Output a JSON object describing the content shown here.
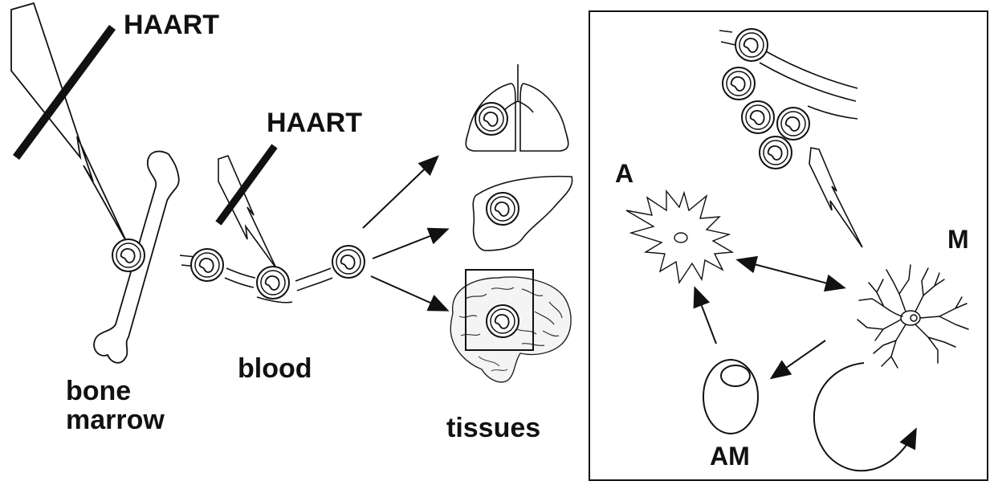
{
  "labels": {
    "haart_top": "HAART",
    "haart_blood": "HAART",
    "bone_marrow": "bone\nmarrow",
    "blood": "blood",
    "tissues": "tissues",
    "a": "A",
    "m": "M",
    "am": "AM"
  },
  "colors": {
    "ink": "#111111",
    "paper": "#ffffff"
  }
}
